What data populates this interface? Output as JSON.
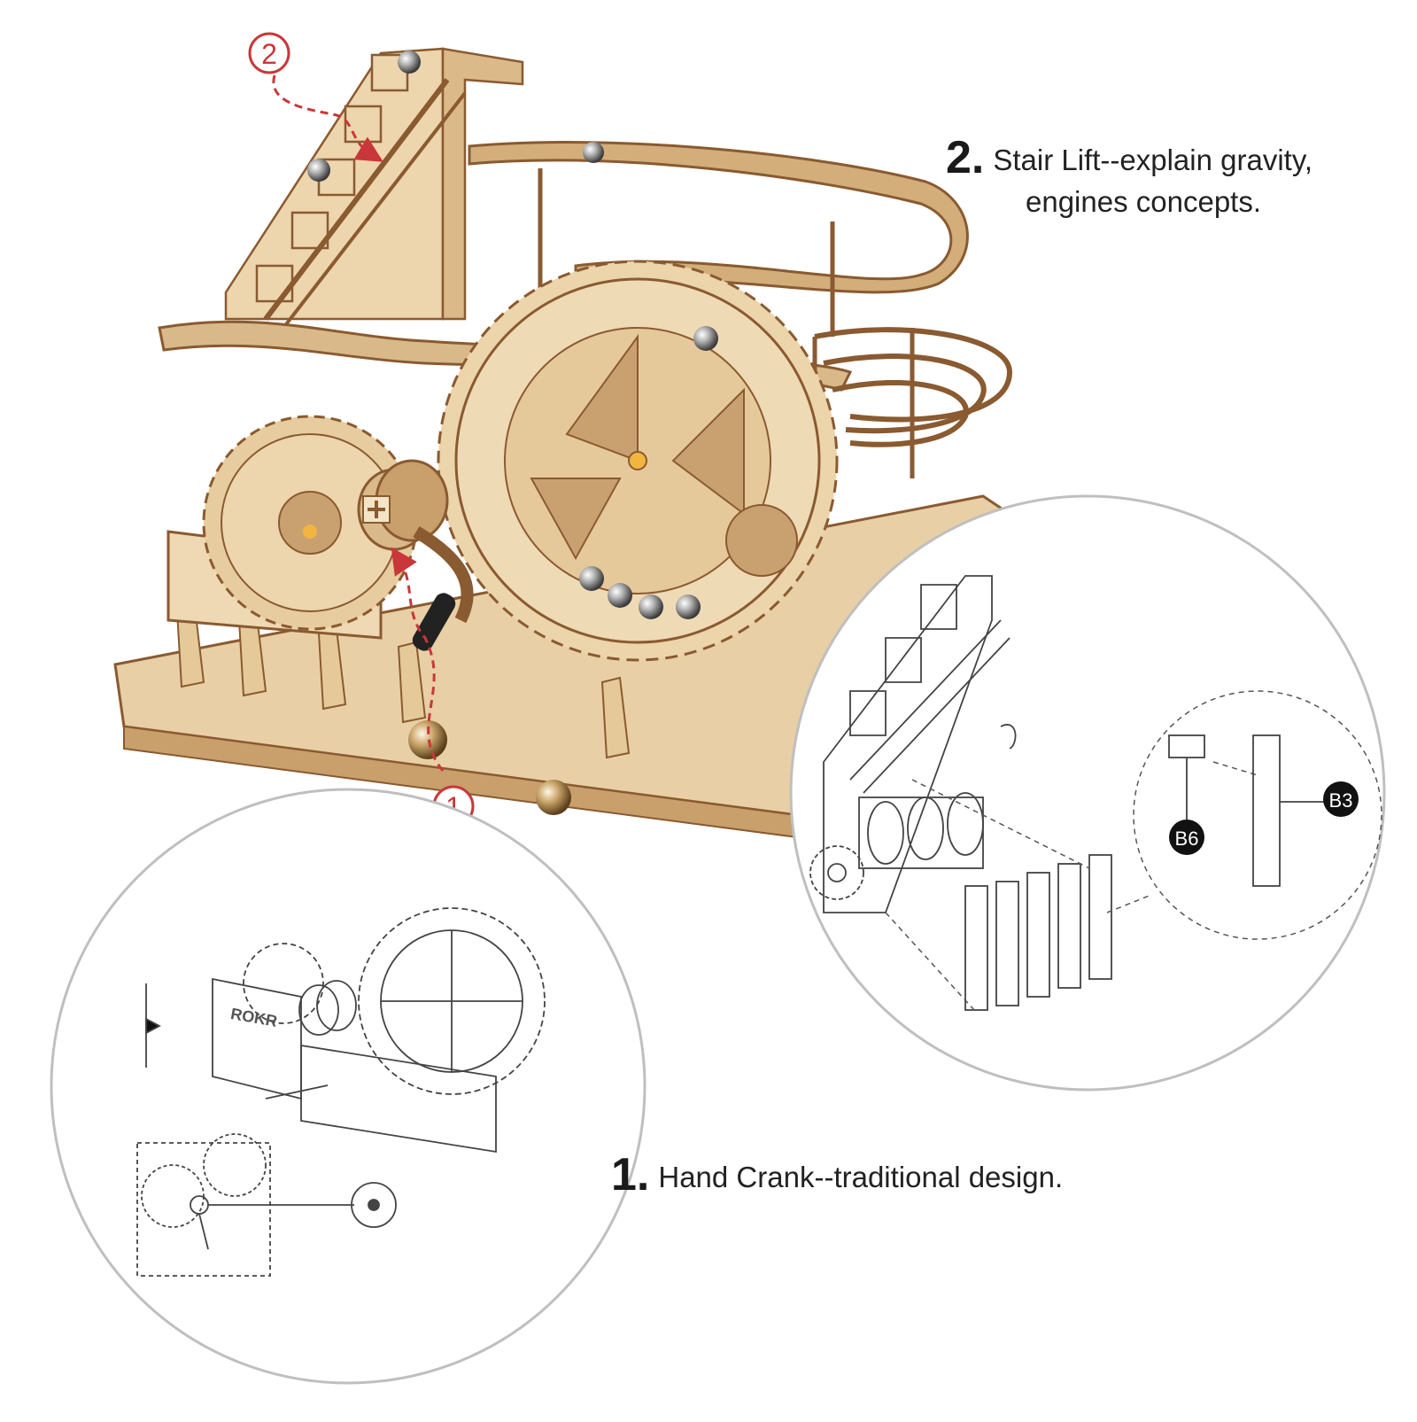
{
  "captions": {
    "stair_lift": {
      "number": "2.",
      "line1": "Stair Lift--explain gravity,",
      "line2": "engines concepts."
    },
    "hand_crank": {
      "number": "1.",
      "text": "Hand Crank--traditional design."
    }
  },
  "markers": {
    "step1": "1",
    "step2": "2"
  },
  "callouts": {
    "b6": "B6",
    "b3": "B3"
  },
  "logo_text": "ROKR",
  "colors": {
    "wood_light": "#ecd5b0",
    "wood_mid": "#d9b98a",
    "wood_edge": "#8a5a30",
    "marker_red": "#c9373a",
    "line_art": "#444444"
  }
}
